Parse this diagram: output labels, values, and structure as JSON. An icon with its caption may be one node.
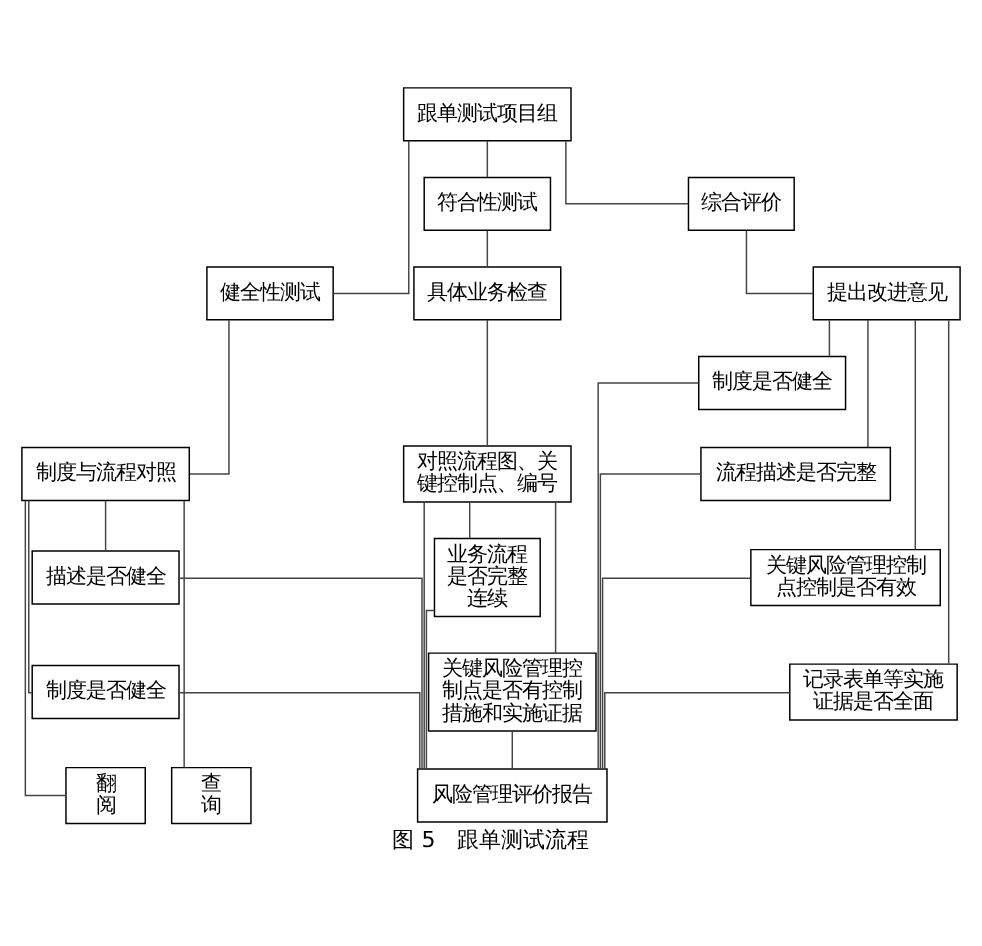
{
  "diagram": {
    "caption": "图 5　跟单测试流程",
    "nodes": [
      {
        "text": [
          "跟单测试项目组"
        ]
      },
      {
        "text": [
          "健全性测试"
        ]
      },
      {
        "text": [
          "符合性测试"
        ]
      },
      {
        "text": [
          "综合评价"
        ]
      },
      {
        "text": [
          "制度与流程对照"
        ]
      },
      {
        "text": [
          "具体业务检查"
        ]
      },
      {
        "text": [
          "提出改进意见"
        ]
      },
      {
        "text": [
          "描述是否健全"
        ]
      },
      {
        "text": [
          "制度是否健全"
        ]
      },
      {
        "text": [
          "翻阅"
        ]
      },
      {
        "text": [
          "查询"
        ]
      },
      {
        "text": [
          "对照流程图、关键控制点、编号"
        ]
      },
      {
        "text": [
          "业务流程是否完整连续"
        ]
      },
      {
        "text": [
          "关键风险管理控制点是否有控制措施和实施证据"
        ]
      },
      {
        "text": [
          "制度是否健全"
        ]
      },
      {
        "text": [
          "流程描述是否完整"
        ]
      },
      {
        "text": [
          "关键风险管理控制点控制是否有效"
        ]
      },
      {
        "text": [
          "记录表单等实施证据是否全面"
        ]
      },
      {
        "text": [
          "风险管理评价报告"
        ]
      }
    ],
    "edges": [
      {
        "from": 0,
        "to": 1,
        "arrow": "none"
      },
      {
        "from": 0,
        "to": 2,
        "arrow": "none"
      },
      {
        "from": 0,
        "to": 3,
        "arrow": "none"
      },
      {
        "from": 1,
        "to": 4,
        "arrow": "none"
      },
      {
        "from": 2,
        "to": 5,
        "arrow": "none"
      },
      {
        "from": 3,
        "to": 6,
        "arrow": "none"
      },
      {
        "from": 4,
        "to": 7,
        "arrow": "none"
      },
      {
        "from": 4,
        "to": 8,
        "arrow": "none"
      },
      {
        "from": 4,
        "to": 9,
        "arrow": "none"
      },
      {
        "from": 4,
        "to": 10,
        "arrow": "none"
      },
      {
        "from": 5,
        "to": 11,
        "arrow": "none"
      },
      {
        "from": 11,
        "to": 12,
        "arrow": "none"
      },
      {
        "from": 11,
        "to": 13,
        "arrow": "none"
      },
      {
        "from": 6,
        "to": 14,
        "arrow": "none"
      },
      {
        "from": 6,
        "to": 15,
        "arrow": "none"
      },
      {
        "from": 6,
        "to": 16,
        "arrow": "none"
      },
      {
        "from": 6,
        "to": 17,
        "arrow": "none"
      },
      {
        "from": 7,
        "to": 18,
        "arrow": "none"
      },
      {
        "from": 8,
        "to": 18,
        "arrow": "none"
      },
      {
        "from": 11,
        "to": 18,
        "arrow": "none"
      },
      {
        "from": 12,
        "to": 18,
        "arrow": "none"
      },
      {
        "from": 13,
        "to": 18,
        "arrow": "none"
      },
      {
        "from": 14,
        "to": 18,
        "arrow": "none"
      },
      {
        "from": 15,
        "to": 18,
        "arrow": "none"
      },
      {
        "from": 16,
        "to": 18,
        "arrow": "none"
      },
      {
        "from": 17,
        "to": 18,
        "arrow": "none"
      }
    ]
  }
}
